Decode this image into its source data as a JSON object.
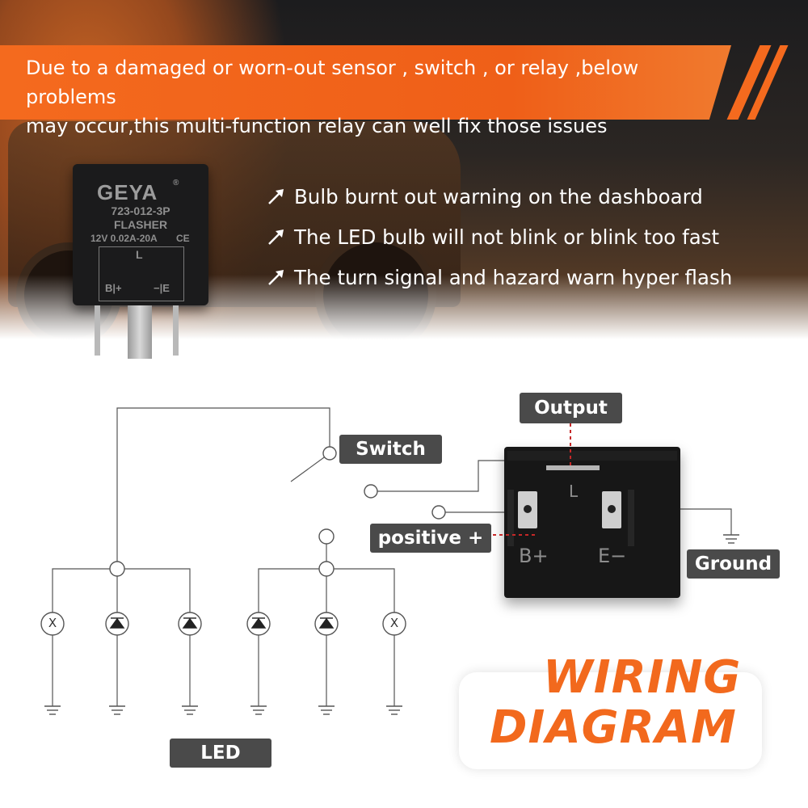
{
  "banner": {
    "line1": "Due to a damaged or worn-out sensor , switch , or relay ,below problems",
    "line2": "may occur,this multi-function relay can well fix those issues"
  },
  "problems": [
    "Bulb burnt out warning on the dashboard",
    "The LED bulb will not blink or blink too fast",
    "The turn signal and hazard warn hyper flash"
  ],
  "relay_product": {
    "brand": "GEYA",
    "registered": "®",
    "model": "723-012-3P",
    "type": "FLASHER",
    "rating": "12V 0.02A-20A",
    "ce": "CE",
    "pin_l": "L",
    "pin_b": "B|+",
    "pin_e": "−|E"
  },
  "diagram": {
    "switch_label": "Switch",
    "output_label": "Output",
    "positive_label": "positive +",
    "ground_label": "Ground",
    "led_label": "LED",
    "bulb_symbol": "X",
    "relay_pin_l": "L",
    "relay_pin_b": "B+",
    "relay_pin_e": "E−"
  },
  "title": {
    "line1": "WIRING",
    "line2": "DIAGRAM"
  },
  "colors": {
    "accent": "#f2691d",
    "label_bg": "#4a4a4a",
    "dashed_line": "#c62828"
  }
}
